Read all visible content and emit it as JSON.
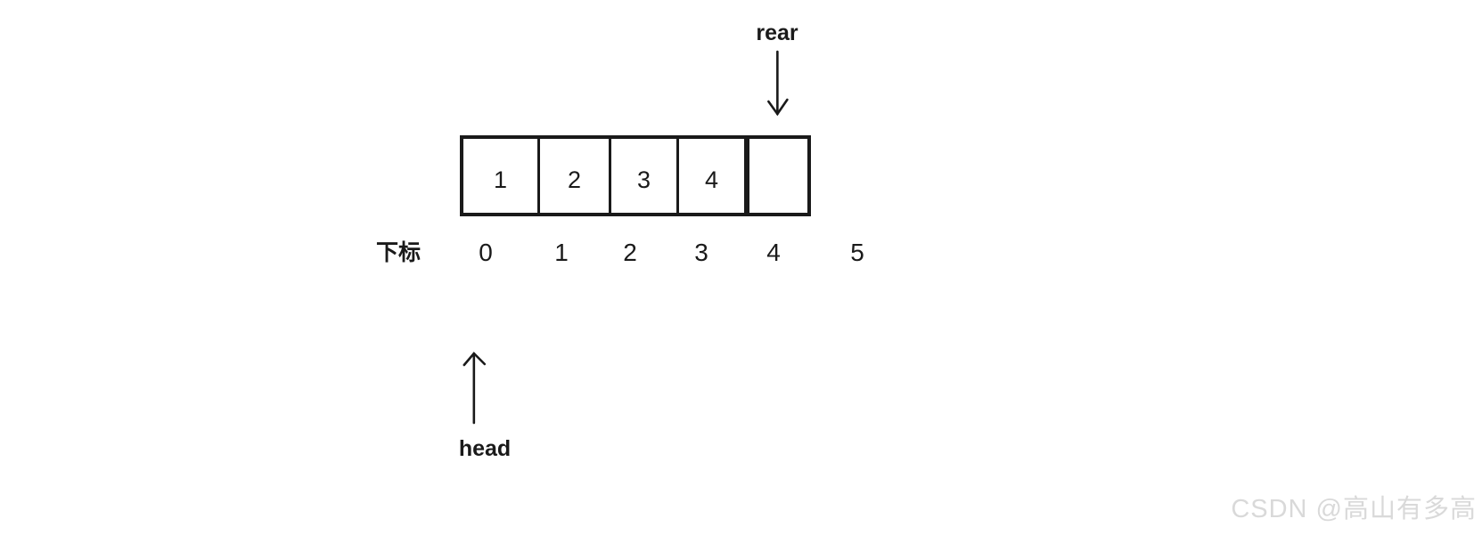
{
  "diagram": {
    "line_color": "#1a1a1a",
    "array": {
      "cells": [
        "1",
        "2",
        "3",
        "4",
        ""
      ]
    },
    "index_row": {
      "label": "下标",
      "indices": [
        "0",
        "1",
        "2",
        "3",
        "4",
        "5"
      ]
    },
    "pointers": {
      "rear_label": "rear",
      "head_label": "head"
    }
  },
  "watermark": {
    "text": "CSDN @高山有多高",
    "color": "#d9d9d9"
  }
}
